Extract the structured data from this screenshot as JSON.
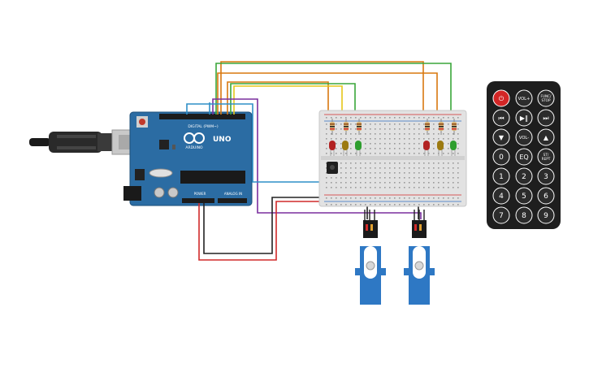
{
  "arduino": {
    "brand": "ARDUINO",
    "model": "UNO",
    "digital_header_label": "DIGITAL (PWM~)",
    "power_label": "POWER",
    "analog_label": "ANALOG IN"
  },
  "breadboard": {
    "led_colors": [
      "#b22222",
      "#9c7a10",
      "#2e9e2e",
      "#b22222",
      "#9c7a10",
      "#2e9e2e"
    ]
  },
  "remote": {
    "buttons": [
      {
        "id": "power",
        "label": "⏻",
        "style": "red"
      },
      {
        "id": "vol-up",
        "label": "VOL+",
        "style": "dark"
      },
      {
        "id": "func-stop",
        "label": "FUNC/\nSTOP",
        "style": "dark"
      },
      {
        "id": "prev",
        "label": "⏮",
        "style": "dark"
      },
      {
        "id": "play-pause",
        "label": "▶‖",
        "style": "dark"
      },
      {
        "id": "next",
        "label": "⏭",
        "style": "dark"
      },
      {
        "id": "down",
        "label": "▼",
        "style": "dark"
      },
      {
        "id": "vol-down",
        "label": "VOL-",
        "style": "dark"
      },
      {
        "id": "up",
        "label": "▲",
        "style": "dark"
      },
      {
        "id": "0",
        "label": "0",
        "style": "dark"
      },
      {
        "id": "eq",
        "label": "EQ",
        "style": "dark"
      },
      {
        "id": "st-rept",
        "label": "ST/\nREPT",
        "style": "dark"
      },
      {
        "id": "1",
        "label": "1",
        "style": "dark"
      },
      {
        "id": "2",
        "label": "2",
        "style": "dark"
      },
      {
        "id": "3",
        "label": "3",
        "style": "dark"
      },
      {
        "id": "4",
        "label": "4",
        "style": "dark"
      },
      {
        "id": "5",
        "label": "5",
        "style": "dark"
      },
      {
        "id": "6",
        "label": "6",
        "style": "dark"
      },
      {
        "id": "7",
        "label": "7",
        "style": "dark"
      },
      {
        "id": "8",
        "label": "8",
        "style": "dark"
      },
      {
        "id": "9",
        "label": "9",
        "style": "dark"
      }
    ]
  },
  "colors": {
    "board_blue": "#2b6ca3",
    "wire_orange": "#d9780f",
    "wire_green": "#3aa63a",
    "wire_yellow": "#e6c619",
    "wire_purple": "#7a2f9e",
    "wire_blue": "#2f8fc7",
    "wire_red": "#d12a2a",
    "wire_black": "#222222",
    "servo_blue": "#2e78c4"
  }
}
